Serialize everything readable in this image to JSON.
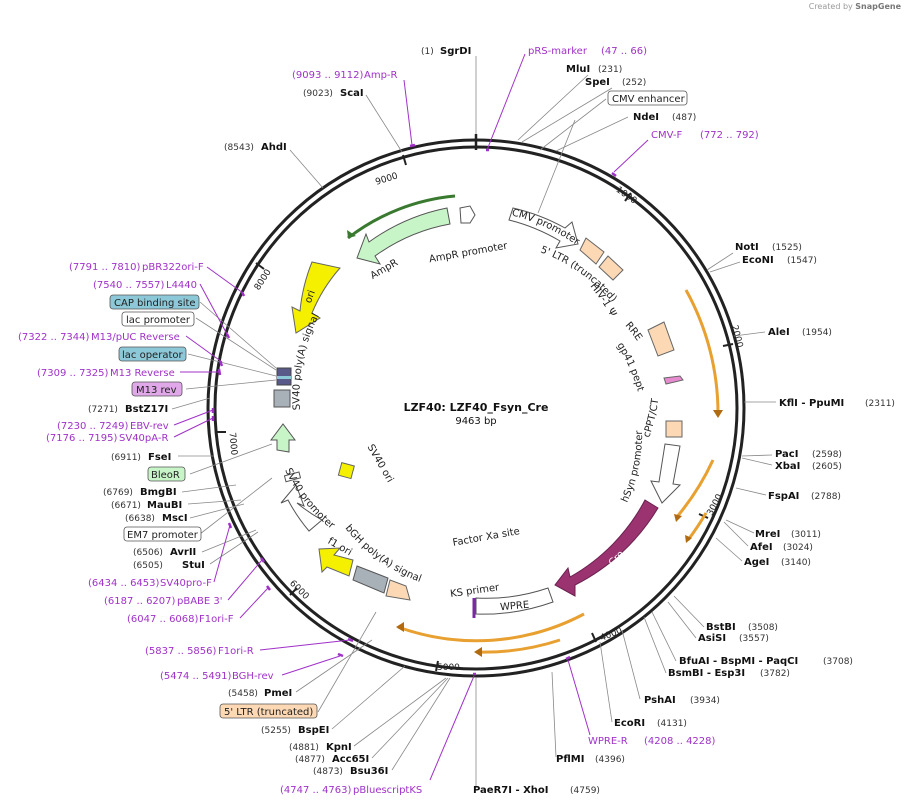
{
  "credit": {
    "prefix": "Created by",
    "logo": "SnapGene"
  },
  "plasmid": {
    "name": "LZF40: LZF40_Fsyn_Cre",
    "length": "9463 bp"
  },
  "ticks": [
    "1000",
    "2000",
    "3000",
    "4000",
    "5000",
    "6000",
    "7000",
    "8000",
    "9000"
  ],
  "enzymes": [
    {
      "name": "SgrDI",
      "pos": "(1)"
    },
    {
      "name": "MluI",
      "pos": "(231)"
    },
    {
      "name": "SpeI",
      "pos": "(252)"
    },
    {
      "name": "NdeI",
      "pos": "(487)"
    },
    {
      "name": "NotI",
      "pos": "(1525)"
    },
    {
      "name": "EcoNI",
      "pos": "(1547)"
    },
    {
      "name": "AleI",
      "pos": "(1954)"
    },
    {
      "name": "KflI - PpuMI",
      "pos": "(2311)"
    },
    {
      "name": "PacI",
      "pos": "(2598)"
    },
    {
      "name": "XbaI",
      "pos": "(2605)"
    },
    {
      "name": "FspAI",
      "pos": "(2788)"
    },
    {
      "name": "MreI",
      "pos": "(3011)"
    },
    {
      "name": "AfeI",
      "pos": "(3024)"
    },
    {
      "name": "AgeI",
      "pos": "(3140)"
    },
    {
      "name": "BstBI",
      "pos": "(3508)"
    },
    {
      "name": "AsiSI",
      "pos": "(3557)"
    },
    {
      "name": "BfuAI - BspMI - PaqCI",
      "pos": "(3708)"
    },
    {
      "name": "BsmBI - Esp3I",
      "pos": "(3782)"
    },
    {
      "name": "PshAI",
      "pos": "(3934)"
    },
    {
      "name": "EcoRI",
      "pos": "(4131)"
    },
    {
      "name": "PflMI",
      "pos": "(4396)"
    },
    {
      "name": "PaeR7I - XhoI",
      "pos": "(4759)"
    },
    {
      "name": "Bsu36I",
      "pos": "(4873)"
    },
    {
      "name": "Acc65I",
      "pos": "(4877)"
    },
    {
      "name": "KpnI",
      "pos": "(4881)"
    },
    {
      "name": "BspEI",
      "pos": "(5255)"
    },
    {
      "name": "PmeI",
      "pos": "(5458)"
    },
    {
      "name": "StuI",
      "pos": "(6505)"
    },
    {
      "name": "AvrII",
      "pos": "(6506)"
    },
    {
      "name": "MscI",
      "pos": "(6638)"
    },
    {
      "name": "MauBI",
      "pos": "(6671)"
    },
    {
      "name": "BmgBI",
      "pos": "(6769)"
    },
    {
      "name": "FseI",
      "pos": "(6911)"
    },
    {
      "name": "BstZ17I",
      "pos": "(7271)"
    },
    {
      "name": "AhdI",
      "pos": "(8543)"
    },
    {
      "name": "ScaI",
      "pos": "(9023)"
    }
  ],
  "primers": [
    {
      "name": "pRS-marker",
      "range": "(47 .. 66)"
    },
    {
      "name": "CMV-F",
      "range": "(772 .. 792)"
    },
    {
      "name": "WPRE-R",
      "range": "(4208 .. 4228)"
    },
    {
      "name": "pBluescriptKS",
      "range": "(4747 .. 4763)"
    },
    {
      "name": "BGH-rev",
      "range": "(5474 .. 5491)"
    },
    {
      "name": "F1ori-R",
      "range": "(5837 .. 5856)"
    },
    {
      "name": "F1ori-F",
      "range": "(6047 .. 6068)"
    },
    {
      "name": "pBABE 3'",
      "range": "(6187 .. 6207)"
    },
    {
      "name": "SV40pro-F",
      "range": "(6434 .. 6453)"
    },
    {
      "name": "SV40pA-R",
      "range": "(7176 .. 7195)"
    },
    {
      "name": "EBV-rev",
      "range": "(7230 .. 7249)"
    },
    {
      "name": "M13 Reverse",
      "range": "(7309 .. 7325)"
    },
    {
      "name": "M13/pUC Reverse",
      "range": "(7322 .. 7344)"
    },
    {
      "name": "L4440",
      "range": "(7540 .. 7557)"
    },
    {
      "name": "pBR322ori-F",
      "range": "(7791 .. 7810)"
    },
    {
      "name": "Amp-R",
      "range": "(9093 .. 9112)"
    }
  ],
  "boxes": [
    {
      "name": "CMV enhancer"
    },
    {
      "name": "5' LTR (truncated)"
    },
    {
      "name": "EM7 promoter"
    },
    {
      "name": "BleoR"
    },
    {
      "name": "M13 rev"
    },
    {
      "name": "lac operator"
    },
    {
      "name": "lac promoter"
    },
    {
      "name": "CAP binding site"
    }
  ],
  "features": [
    {
      "name": "CMV promoter"
    },
    {
      "name": "5' LTR (truncated)"
    },
    {
      "name": "HIV-1 Ψ"
    },
    {
      "name": "RRE"
    },
    {
      "name": "gp41 peptide"
    },
    {
      "name": "cPPT/CTS"
    },
    {
      "name": "hSyn promoter"
    },
    {
      "name": "Cre"
    },
    {
      "name": "WPRE"
    },
    {
      "name": "KS primer"
    },
    {
      "name": "Factor Xa site"
    },
    {
      "name": "bGH poly(A) signal"
    },
    {
      "name": "f1 ori"
    },
    {
      "name": "SV40 promoter"
    },
    {
      "name": "SV40 ori"
    },
    {
      "name": "SV40 poly(A) signal"
    },
    {
      "name": "ori"
    },
    {
      "name": "AmpR"
    },
    {
      "name": "AmpR promoter"
    }
  ],
  "colors": {
    "primer": "#a031c8",
    "enzyme": "#111111",
    "orf_outline": "#e8a030",
    "cre": "#9b3370",
    "ori": "#f5f000",
    "ampr": "#c8f5c8",
    "ltr": "#fcd8b4",
    "ring": "#222222"
  }
}
